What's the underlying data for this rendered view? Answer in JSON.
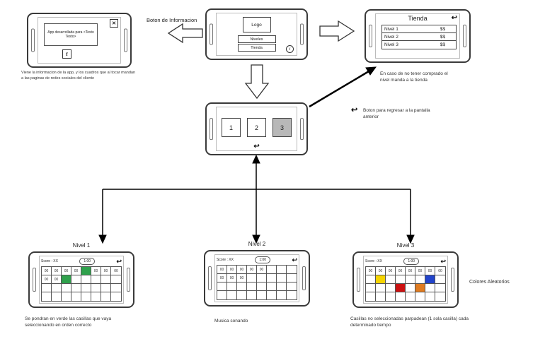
{
  "info_phone": {
    "dialog_text": "App desarrollada para <Texto Texto>",
    "close_label": "✕",
    "facebook_label": "f",
    "caption": "Viene la informacion de la app, y los cuadros que al tocar mandan a las paginas de redes sociales del cliente"
  },
  "menu_phone": {
    "logo": "Logo",
    "niveles_button": "Niveles",
    "tienda_button": "Tienda",
    "info_badge": "i"
  },
  "tienda_phone": {
    "title": "Tienda",
    "back_icon": "↩",
    "rows": [
      {
        "label": "Nivel 1",
        "price": "$$"
      },
      {
        "label": "Nivel 2",
        "price": "$$"
      },
      {
        "label": "Nivel 3",
        "price": "$$"
      }
    ]
  },
  "level_select_phone": {
    "back_icon": "↩",
    "levels": [
      {
        "label": "1",
        "selected": false
      },
      {
        "label": "2",
        "selected": false
      },
      {
        "label": "3",
        "selected": true
      }
    ]
  },
  "annotations": {
    "info_arrow_label": "Boton de Informacion",
    "tienda_note": "En caso de no tener comprado el nivel manda a la tienda",
    "back_note": "Boton para regresar a la pantalla anterior",
    "colors_note": "Colores Aleatorios"
  },
  "level_phones": [
    {
      "title": "Nivel 1",
      "score_label": "Score : XX",
      "timer": "1:00",
      "back_icon": "↩",
      "caption": "Se pondran en verde las casillas que vaya seleccionando en orden correcto",
      "grid": [
        [
          "00",
          "00",
          "00",
          "00",
          "#2fa14c",
          "00",
          "00",
          "00"
        ],
        [
          "00",
          "00",
          "#2fa14c",
          "",
          "",
          "",
          "",
          ""
        ],
        [
          "",
          "",
          "",
          "",
          "",
          "",
          "",
          ""
        ],
        [
          "",
          "",
          "",
          "",
          "",
          "",
          "",
          ""
        ]
      ]
    },
    {
      "title": "Nivel 2",
      "score_label": "Score : XX",
      "timer": "1:00",
      "back_icon": "↩",
      "caption": "Musica sonando",
      "grid": [
        [
          "00",
          "00",
          "00",
          "00",
          "00",
          "",
          "",
          ""
        ],
        [
          "00",
          "00",
          "00",
          "",
          "",
          "",
          "",
          ""
        ],
        [
          "",
          "",
          "",
          "",
          "",
          "",
          "",
          ""
        ],
        [
          "",
          "",
          "",
          "",
          "",
          "",
          "",
          ""
        ]
      ]
    },
    {
      "title": "Nivel 3",
      "score_label": "Score : XX",
      "timer": "1:00",
      "back_icon": "↩",
      "caption": "Casillas no seleccionadas parpadean (1 sola casilla) cada determinado tiempo",
      "grid": [
        [
          "00",
          "00",
          "00",
          "00",
          "00",
          "00",
          "00",
          "00"
        ],
        [
          "",
          "#f5d400",
          "",
          "",
          "",
          "",
          "#2244cc",
          ""
        ],
        [
          "",
          "",
          "",
          "#cc1111",
          "",
          "#e07b20",
          "",
          ""
        ],
        [
          "",
          "",
          "",
          "",
          "",
          "",
          "",
          ""
        ]
      ]
    }
  ],
  "colors": {
    "green": "#2fa14c",
    "yellow": "#f5d400",
    "blue": "#2244cc",
    "red": "#cc1111",
    "orange": "#e07b20",
    "selected_gray": "#b8b8b8"
  }
}
